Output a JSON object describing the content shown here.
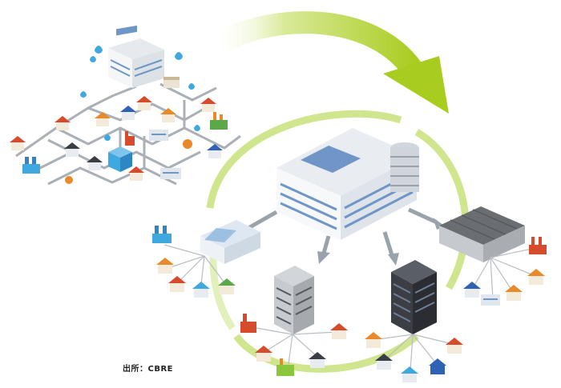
{
  "source_caption": "出所：CBRE",
  "colors": {
    "arrow_green": "#a8cc1f",
    "ring_green": "#c7e07a",
    "pipe_gray": "#aab0b6",
    "spoke_gray": "#9aa3ab",
    "hq_wall": "#f2f4f6",
    "hq_window": "#6f96c6",
    "dark_tower": "#3b3e44",
    "gray_tower": "#b9bcc0",
    "warehouse_roof": "#6a6d72",
    "roof_red": "#d64b2b",
    "roof_blue": "#2f62b3",
    "roof_orange": "#e88a2a",
    "water_blue": "#3fa9df"
  },
  "clusters": {
    "before": "decentralized-network",
    "after": "consolidated-headquarters-hub"
  }
}
